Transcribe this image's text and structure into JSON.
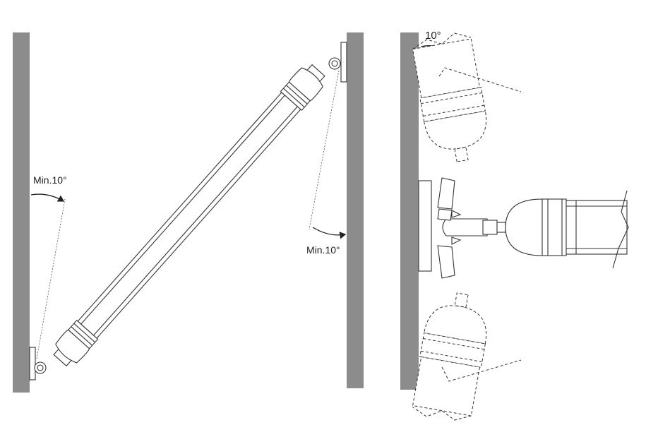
{
  "labels": {
    "left_angle": "Min.10°",
    "right_angle": "Min.10°",
    "top_angle": "10°"
  },
  "colors": {
    "wall": "#8c8c8c",
    "line": "#333333"
  }
}
